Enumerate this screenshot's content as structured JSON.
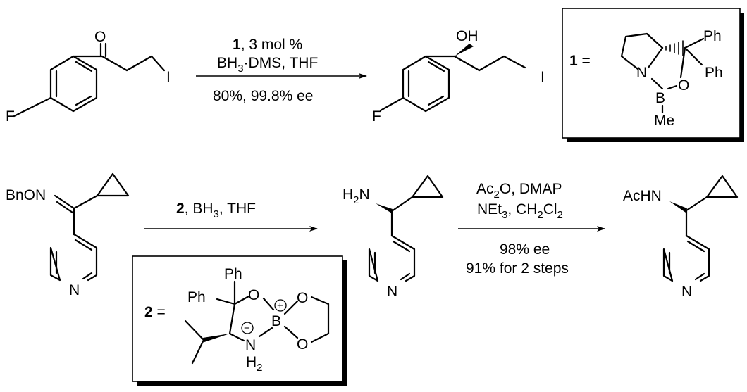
{
  "reaction1": {
    "reagent_line1_num": "1",
    "reagent_line1_rest": ", 3 mol %",
    "reagent_line2_a": "BH",
    "reagent_line2_sub": "3",
    "reagent_line2_b": "·DMS, THF",
    "result": "80%, 99.8% ee"
  },
  "reaction2": {
    "reagent_num": "2",
    "reagent_a": ", BH",
    "reagent_sub": "3",
    "reagent_b": ", THF"
  },
  "reaction3": {
    "line1_a": "Ac",
    "line1_sub": "2",
    "line1_b": "O, DMAP",
    "line2_a": "NEt",
    "line2_sub1": "3",
    "line2_b": ", CH",
    "line2_sub2": "2",
    "line2_c": "Cl",
    "line2_sub3": "2",
    "line3": "98% ee",
    "line4": "91% for 2 steps"
  },
  "catalyst1": {
    "label_num": "1",
    "label_eq": " =",
    "ph1": "Ph",
    "ph2": "Ph",
    "n": "N",
    "b": "B",
    "o": "O",
    "me": "Me"
  },
  "catalyst2": {
    "label_num": "2",
    "label_eq": " =",
    "ph_top": "Ph",
    "ph_left": "Ph",
    "o1": "O",
    "b": "B",
    "o2": "O",
    "o3": "O",
    "n": "N",
    "h2_h": "H",
    "h2_sub": "2",
    "plus": "+",
    "minus": "−"
  },
  "molecules": {
    "f1": "F",
    "o_ketone": "O",
    "i1": "I",
    "oh": "OH",
    "f2": "F",
    "i2": "I",
    "bnon": "BnON",
    "n_pyr1": "N",
    "h2n_h": "H",
    "h2n_sub": "2",
    "h2n_n": "N",
    "n_pyr2": "N",
    "achn": "AcHN",
    "n_pyr3": "N"
  }
}
